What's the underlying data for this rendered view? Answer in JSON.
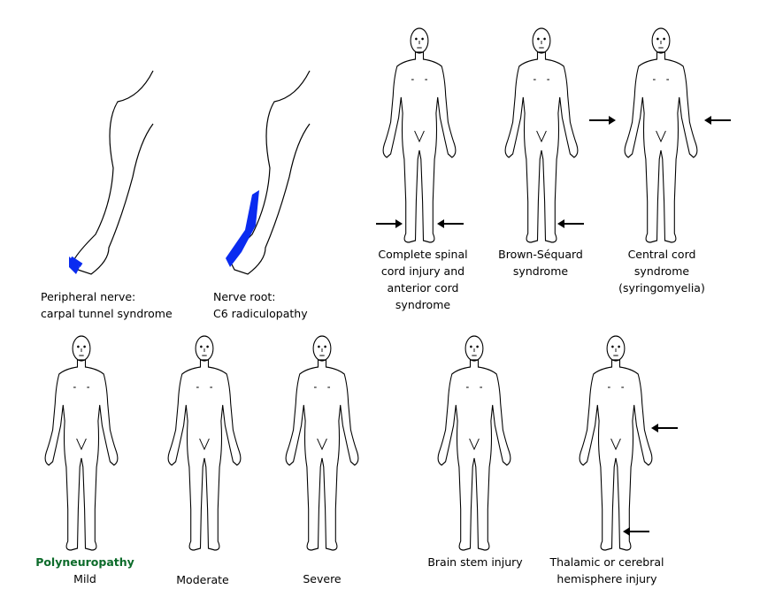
{
  "colors": {
    "deficit": "#0a2bf0",
    "outline": "#000000",
    "title": "#0c6b2a"
  },
  "panels": {
    "peripheral": {
      "line1": "Peripheral nerve:",
      "line2": "carpal tunnel syndrome"
    },
    "nerve_root": {
      "line1": "Nerve root:",
      "line2": "C6 radiculopathy"
    },
    "complete": {
      "line1": "Complete spinal",
      "line2": "cord injury and",
      "line3": "anterior cord",
      "line4": "syndrome"
    },
    "brown": {
      "line1": "Brown-Séquard",
      "line2": "syndrome"
    },
    "central": {
      "line1": "Central cord",
      "line2": "syndrome",
      "line3": "(syringomyelia)"
    },
    "polyneuropathy": {
      "title": "Polyneuropathy",
      "mild": "Mild",
      "moderate": "Moderate",
      "severe": "Severe"
    },
    "brainstem": {
      "line1": "Brain stem injury"
    },
    "thalamic": {
      "line1": "Thalamic or cerebral",
      "line2": "hemisphere injury"
    }
  }
}
